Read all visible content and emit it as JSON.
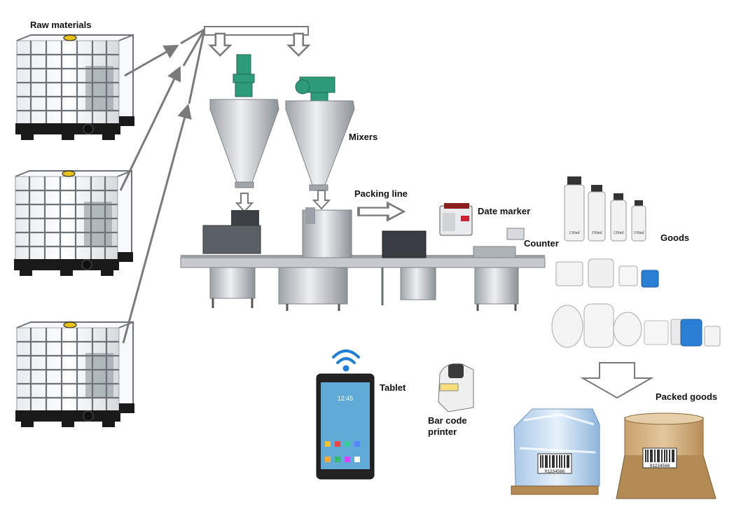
{
  "labels": {
    "raw_materials": "Raw materials",
    "mixers": "Mixers",
    "packing_line": "Packing line",
    "date_marker": "Date marker",
    "counter": "Counter",
    "goods": "Goods",
    "tablet": "Tablet",
    "bar_code_printer_line1": "Bar code",
    "bar_code_printer_line2": "printer",
    "packed_goods": "Packed goods"
  },
  "bottle_labels": [
    "130ml",
    "150ml",
    "120ml",
    "130ml"
  ],
  "barcode_text": "01234566",
  "tablet_clock": "12:45",
  "colors": {
    "arrow": "#7a7a7a",
    "steel": "#c9ccd0",
    "motor": "#2e9b7a",
    "wifi": "#1f7fd6",
    "ibc_black": "#1a1a1a",
    "pallet_wood": "#b48a55"
  },
  "icons": [
    "ibc-tank-icon",
    "mixer-icon",
    "packing-line-icon",
    "date-marker-icon",
    "tablet-icon",
    "wifi-icon",
    "barcode-printer-icon",
    "bottle-icon",
    "pallet-icon",
    "barcode-icon"
  ]
}
